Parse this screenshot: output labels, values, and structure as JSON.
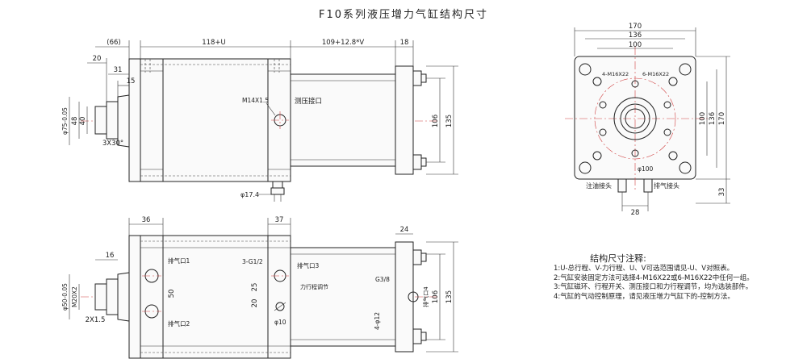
{
  "title": "F10系列液压增力气缸结构尺寸",
  "front_view": {
    "dims_top": [
      "(66)",
      "118+U",
      "109+12.8*V",
      "18"
    ],
    "dims_left": [
      "20",
      "31",
      "15",
      "φ75-0.05",
      "40",
      "48",
      "3X30°"
    ],
    "dims_right": [
      "106",
      "135"
    ],
    "labels": {
      "port_thread": "M14X1.5",
      "port_name": "测压接口",
      "bottom_dia": "φ17.4"
    }
  },
  "bottom_view": {
    "dims_top": [
      "36",
      "37",
      "24"
    ],
    "dims_left": [
      "16",
      "φ50-0.05",
      "M20X2",
      "2X1.5"
    ],
    "dims_right": [
      "106",
      "135"
    ],
    "labels": {
      "vent1": "排气口1",
      "vent2": "排气口2",
      "vent3": "排气口3",
      "vent4": "排气口4",
      "thread_g12": "3-G1/2",
      "thread_g38": "G3/8",
      "d50": "50",
      "d25": "25",
      "d20": "20",
      "force_adj": "力行程调节",
      "phi10": "φ10",
      "phi12": "4-φ12"
    }
  },
  "side_view": {
    "dims_top": [
      "170",
      "136",
      "100"
    ],
    "dims_right": [
      "100",
      "136",
      "170"
    ],
    "dims_bottom": [
      "33",
      "28"
    ],
    "labels": {
      "m16a": "4-M16X22",
      "m16b": "6-M16X22",
      "phi100": "φ100",
      "oil_port": "注油接头",
      "air_port": "排气接头"
    }
  },
  "notes": {
    "title": "结构尺寸注释:",
    "lines": [
      "1:U-总行程、V-力行程、U、V可选范围请见-U、V对照表。",
      "2:气缸安装固定方法可选择4-M16X22或6-M16X22中任何一组。",
      "3:气缸磁环、行程开关、测压接口和力行程调节，均为选装部件。",
      "4:气缸的气动控制原理，请见液压增力气缸下的-控制方法。"
    ]
  }
}
